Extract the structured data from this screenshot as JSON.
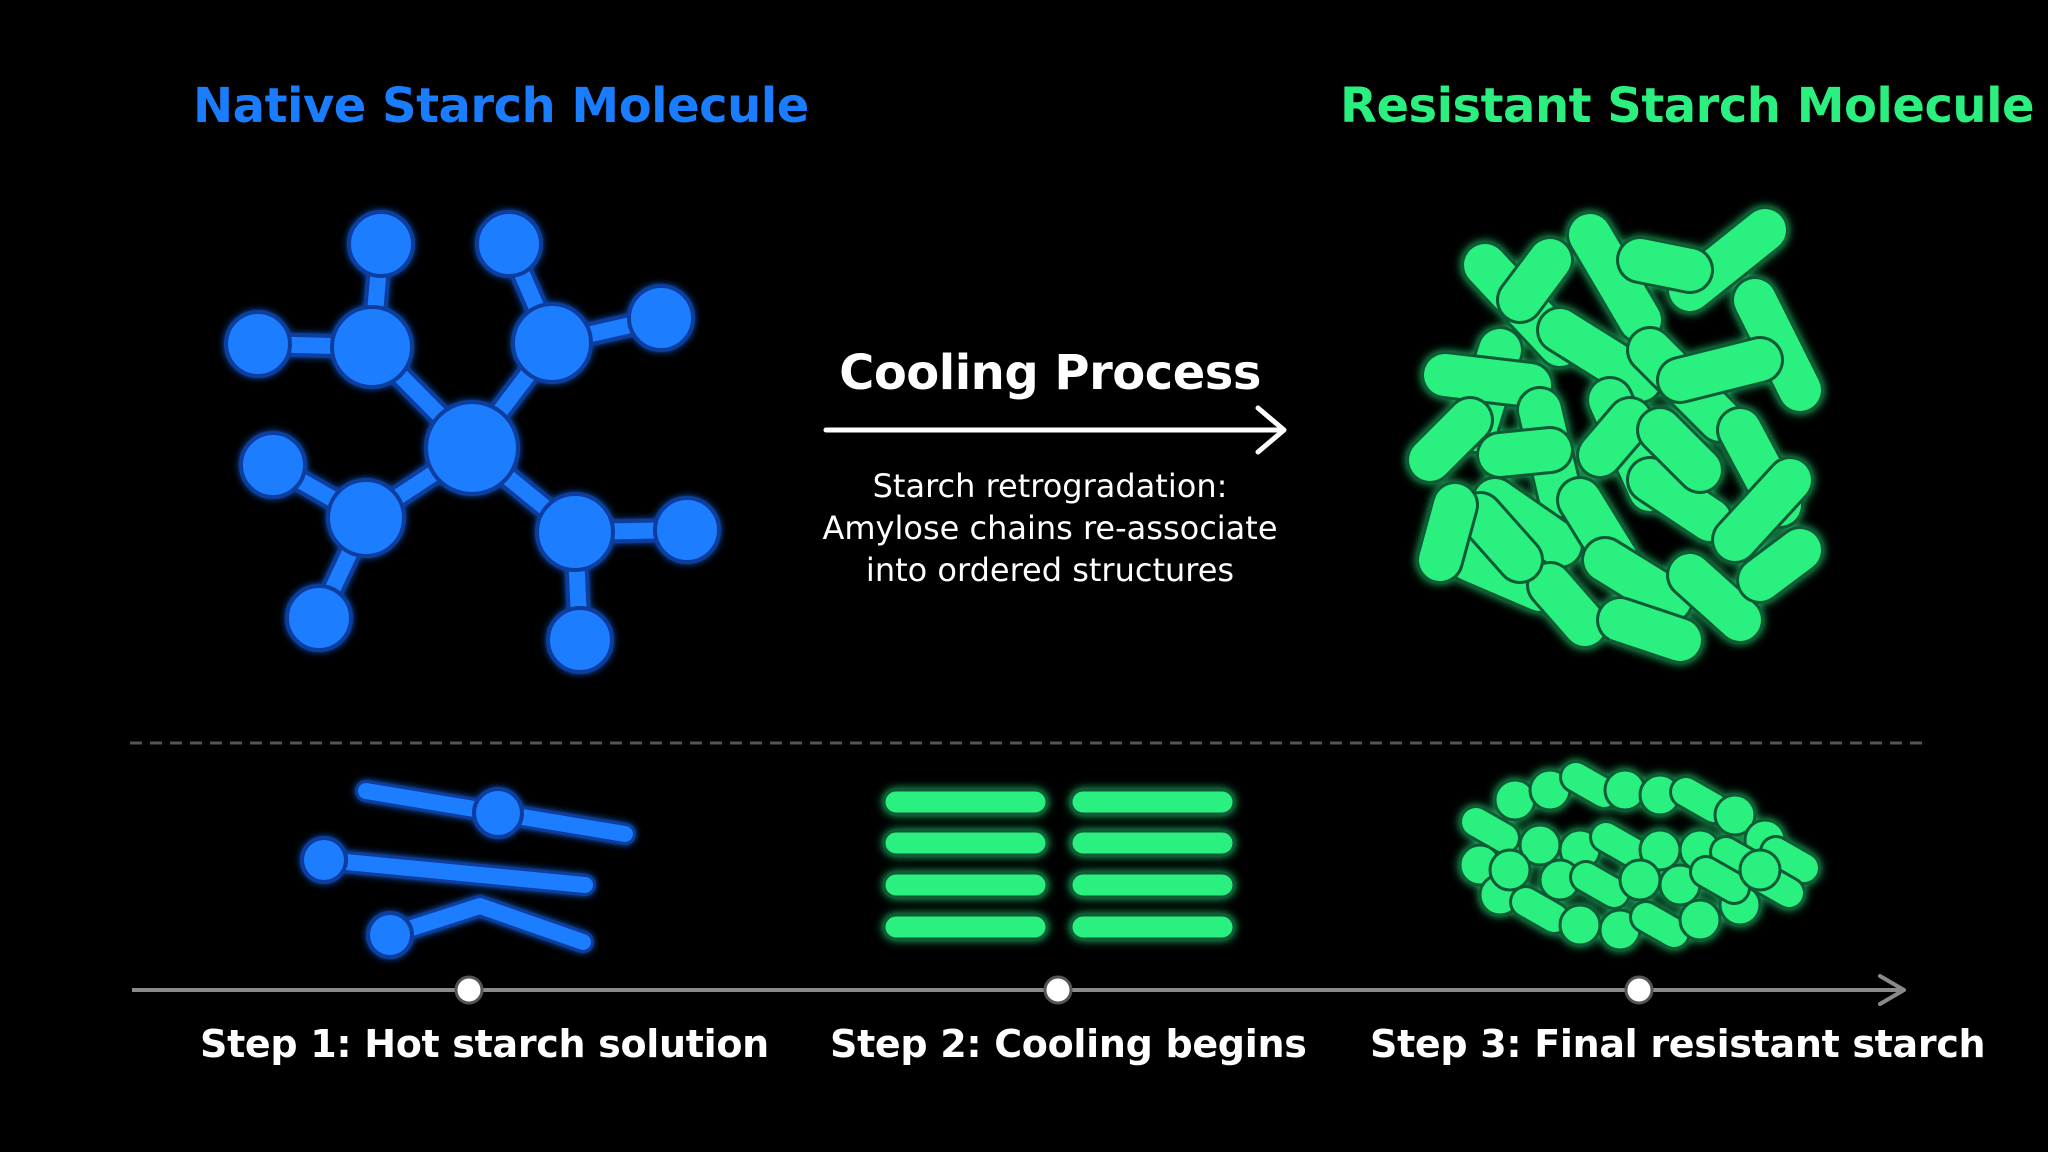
{
  "colors": {
    "background": "#000000",
    "native_blue": "#1a7dff",
    "native_outline": "#0a3d9e",
    "resistant_green": "#2bf080",
    "resistant_outline": "#0b5a36",
    "text": "#ffffff",
    "timeline": "#8a8a8a"
  },
  "panels": {
    "native_title": "Native Starch Molecule",
    "resistant_title": "Resistant Starch Molecule"
  },
  "process": {
    "title": "Cooling Process",
    "description_lines": [
      "Starch retrogradation:",
      "Amylose chains re-associate",
      "into ordered structures"
    ]
  },
  "timeline": {
    "steps": [
      {
        "label": "Step 1: Hot starch solution"
      },
      {
        "label": "Step 2: Cooling begins"
      },
      {
        "label": "Step 3: Final resistant starch"
      }
    ]
  }
}
